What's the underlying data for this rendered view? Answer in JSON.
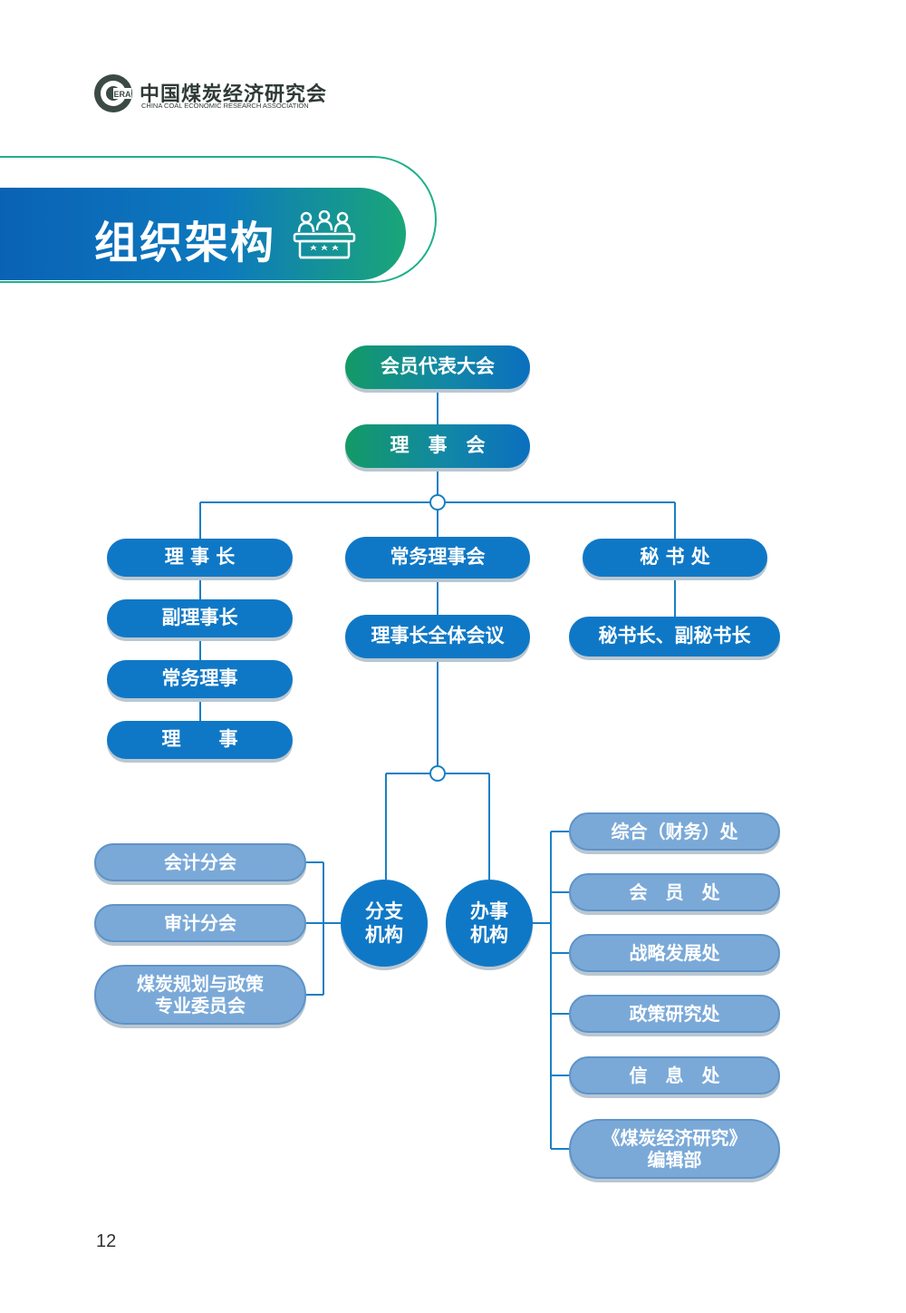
{
  "header": {
    "org_name_cn": "中国煤炭经济研究会",
    "org_name_en": "CHINA COAL ECONOMIC RESEARCH ASSOCIATION",
    "logo_mark_text": "ERA",
    "brand_color_green": "#1aa678",
    "brand_color_blue": "#0a62b5"
  },
  "section": {
    "title": "组织架构",
    "icon": "meeting-podium-icon"
  },
  "org_chart": {
    "top": {
      "assembly": "会员代表大会",
      "council": "理　事　会"
    },
    "left_column": [
      "理 事 长",
      "副理事长",
      "常务理事",
      "理　　事"
    ],
    "center_column": [
      "常务理事会",
      "理事长全体会议"
    ],
    "right_column": [
      "秘 书 处",
      "秘书长、副秘书长"
    ],
    "hubs": {
      "branches": "分支\n机构",
      "offices": "办事\n机构"
    },
    "branches": [
      "会计分会",
      "审计分会",
      "煤炭规划与政策\n专业委员会"
    ],
    "offices": [
      "综合（财务）处",
      "会　员　处",
      "战略发展处",
      "政策研究处",
      "信　息　处",
      "《煤炭经济研究》\n编辑部"
    ]
  },
  "page_number": "12"
}
